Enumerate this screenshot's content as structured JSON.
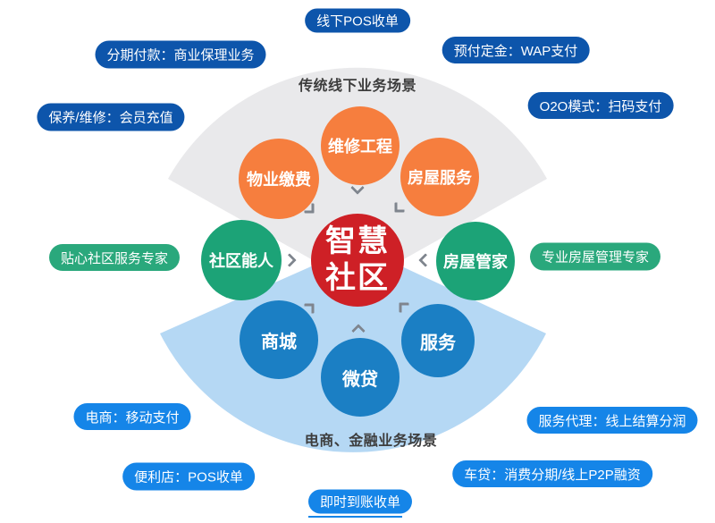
{
  "colors": {
    "pill_dark_blue": "#0d55ab",
    "pill_light_blue": "#1585e8",
    "pill_green": "#2aa87c",
    "circle_orange": "#f67e3e",
    "circle_green": "#1ca377",
    "circle_blue": "#1b7fc4",
    "circle_red": "#ce2026",
    "fan_top_gray": "#e9e9eb",
    "fan_bottom_blue": "#b5d8f4",
    "fan_label_text": "#3d3d3d",
    "chevron_gray": "#7f858e"
  },
  "center": {
    "line1": "智慧",
    "line2": "社区"
  },
  "fans": [
    {
      "name": "traditional-offline",
      "label": "传统线下业务场景"
    },
    {
      "name": "ecommerce-finance",
      "label": "电商、金融业务场景"
    }
  ],
  "circles": [
    {
      "name": "property-payment",
      "label": "物业缴费",
      "group": "orange"
    },
    {
      "name": "repair-engineering",
      "label": "维修工程",
      "group": "orange"
    },
    {
      "name": "house-service",
      "label": "房屋服务",
      "group": "orange"
    },
    {
      "name": "community-talent",
      "label": "社区能人",
      "group": "green"
    },
    {
      "name": "house-keeper",
      "label": "房屋管家",
      "group": "green"
    },
    {
      "name": "mall",
      "label": "商城",
      "group": "blue"
    },
    {
      "name": "micro-loan",
      "label": "微贷",
      "group": "blue"
    },
    {
      "name": "service",
      "label": "服务",
      "group": "blue"
    }
  ],
  "pills": [
    {
      "name": "offline-pos",
      "label": "线下POS收单",
      "variant": "dark"
    },
    {
      "name": "installment-factoring",
      "label": "分期付款：商业保理业务",
      "variant": "dark"
    },
    {
      "name": "prepay-wap",
      "label": "预付定金：WAP支付",
      "variant": "dark"
    },
    {
      "name": "maintenance-membership",
      "label": "保养/维修：会员充值",
      "variant": "dark"
    },
    {
      "name": "o2o-scan-pay",
      "label": "O2O模式：扫码支付",
      "variant": "dark"
    },
    {
      "name": "community-service-expert",
      "label": "贴心社区服务专家",
      "variant": "green"
    },
    {
      "name": "house-management-expert",
      "label": "专业房屋管理专家",
      "variant": "green"
    },
    {
      "name": "ecommerce-mobile-pay",
      "label": "电商：移动支付",
      "variant": "light"
    },
    {
      "name": "convenience-store-pos",
      "label": "便利店：POS收单",
      "variant": "light"
    },
    {
      "name": "instant-settlement",
      "label": "即时到账收单",
      "variant": "light"
    },
    {
      "name": "car-loan-p2p",
      "label": "车贷：消费分期/线上P2P融资",
      "variant": "light"
    },
    {
      "name": "service-agent-settlement",
      "label": "服务代理：线上结算分润",
      "variant": "light"
    }
  ],
  "connectors": [
    {
      "from": "维修工程",
      "direction": "down"
    },
    {
      "from": "物业缴费",
      "direction": "down-right"
    },
    {
      "from": "房屋服务",
      "direction": "down-left"
    },
    {
      "from": "社区能人",
      "direction": "right"
    },
    {
      "from": "房屋管家",
      "direction": "left"
    },
    {
      "from": "商城",
      "direction": "up-right"
    },
    {
      "from": "服务",
      "direction": "up-left"
    },
    {
      "from": "微贷",
      "direction": "up"
    }
  ]
}
